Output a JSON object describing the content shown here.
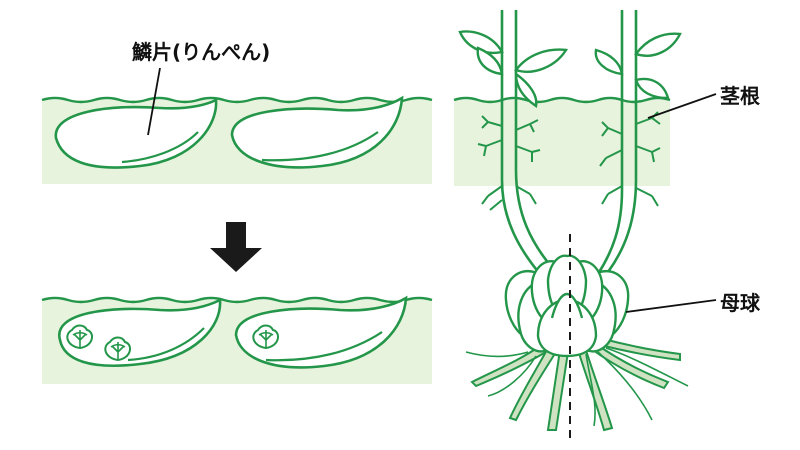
{
  "labels": {
    "scale": "鱗片(りんぺん)",
    "stem_root": "茎根",
    "mother_bulb": "母球"
  },
  "colors": {
    "line": "#23964a",
    "leaf_fill": "#ffffff",
    "soil_fill": "#e8f3dd",
    "root_fill": "#cfe3c3",
    "arrow": "#1a1a1a",
    "text": "#111111"
  },
  "icons": {
    "arrow": "down-arrow-icon",
    "sprout": "sprout-icon"
  }
}
